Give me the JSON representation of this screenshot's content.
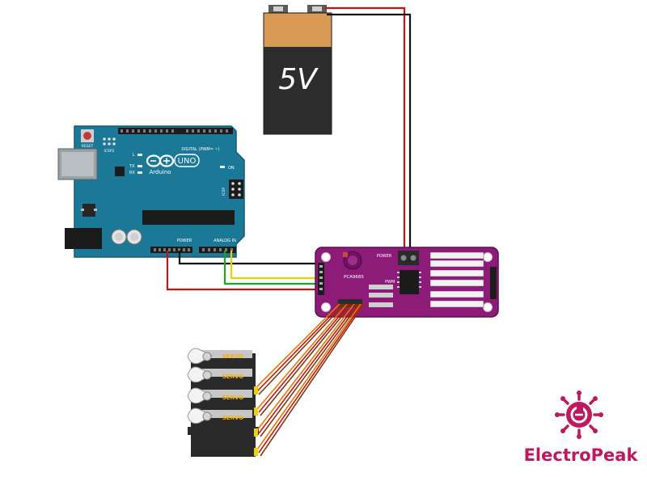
{
  "battery": {
    "label": "5V"
  },
  "arduino": {
    "logo_text": "Arduino",
    "model": "UNO",
    "reset_label": "RESET",
    "icsp2_label": "ICSP2",
    "icsp_label": "ICSP",
    "digital_label": "DIGITAL (PWM= ~)",
    "power_label": "POWER",
    "analog_label": "ANALOG IN",
    "on_label": "ON",
    "l_label": "L",
    "tx_label": "TX",
    "rx_label": "RX"
  },
  "driver_board": {
    "chip_label": "PCA9685",
    "power_label": "POWER",
    "pwm_label": "PWM"
  },
  "servos": [
    {
      "label": "SERVO"
    },
    {
      "label": "SERVO"
    },
    {
      "label": "SERVO"
    },
    {
      "label": "SERVO"
    }
  ],
  "brand": {
    "name": "ElectroPeak"
  },
  "colors": {
    "arduino": "#1b7896",
    "board": "#8c1c78",
    "battery_top": "#d99a56",
    "battery_body": "#2d2d2d",
    "brand": "#c0185f",
    "wire_red": "#cc1111",
    "wire_black": "#111111",
    "wire_yellow": "#e6d400",
    "wire_green": "#22a12b",
    "wire_orange": "#e07a00",
    "wire_brown": "#7a3b10",
    "servo_label": "#f0b400"
  }
}
